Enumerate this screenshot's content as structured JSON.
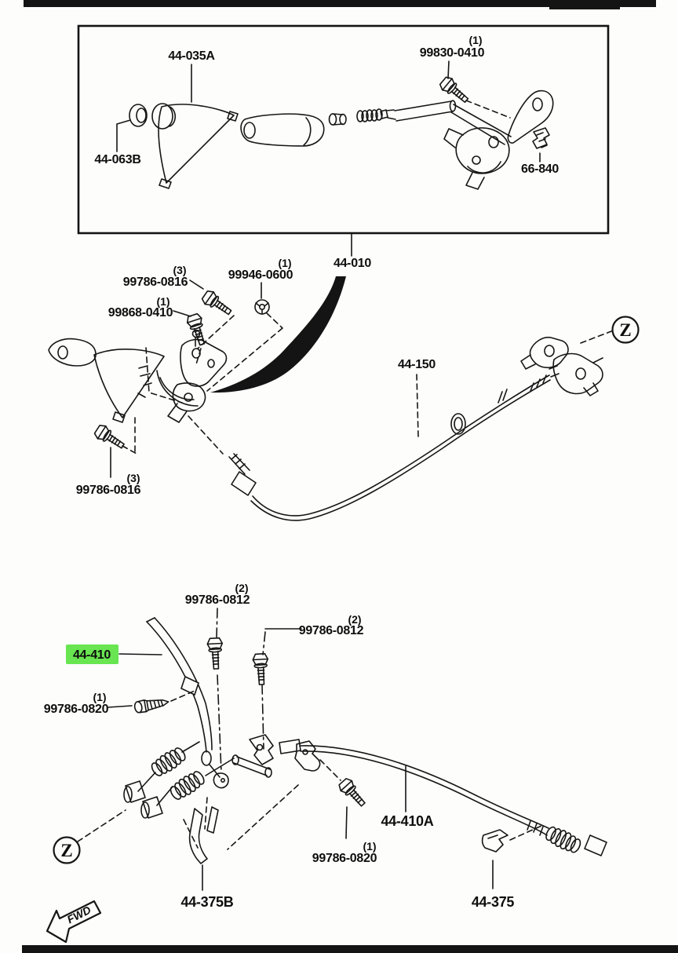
{
  "document": {
    "type": "exploded-parts-diagram",
    "subject": "parking brake lever and cables",
    "scan_bar_color": "#141414",
    "highlight_color": "#68e551"
  },
  "markers": {
    "section": "Z",
    "direction": "FWD"
  },
  "callouts": [
    {
      "id": "c0",
      "part": "44-035A",
      "qty": ""
    },
    {
      "id": "c1",
      "part": "99830-0410",
      "qty": "(1)"
    },
    {
      "id": "c2",
      "part": "44-063B",
      "qty": ""
    },
    {
      "id": "c3",
      "part": "66-840",
      "qty": ""
    },
    {
      "id": "c4",
      "part": "44-010",
      "qty": ""
    },
    {
      "id": "c5",
      "part": "99786-0816",
      "qty": "(3)"
    },
    {
      "id": "c6",
      "part": "99946-0600",
      "qty": "(1)"
    },
    {
      "id": "c7",
      "part": "99868-0410",
      "qty": "(1)"
    },
    {
      "id": "c8",
      "part": "44-150",
      "qty": ""
    },
    {
      "id": "c9",
      "part": "99786-0816",
      "qty": "(3)"
    },
    {
      "id": "c10",
      "part": "99786-0812",
      "qty": "(2)"
    },
    {
      "id": "c11",
      "part": "99786-0812",
      "qty": "(2)"
    },
    {
      "id": "c12",
      "part": "44-410",
      "qty": "",
      "highlighted": true
    },
    {
      "id": "c13",
      "part": "99786-0820",
      "qty": "(1)"
    },
    {
      "id": "c14",
      "part": "44-410A",
      "qty": ""
    },
    {
      "id": "c15",
      "part": "99786-0820",
      "qty": "(1)"
    },
    {
      "id": "c16",
      "part": "44-375B",
      "qty": ""
    },
    {
      "id": "c17",
      "part": "44-375",
      "qty": ""
    }
  ]
}
